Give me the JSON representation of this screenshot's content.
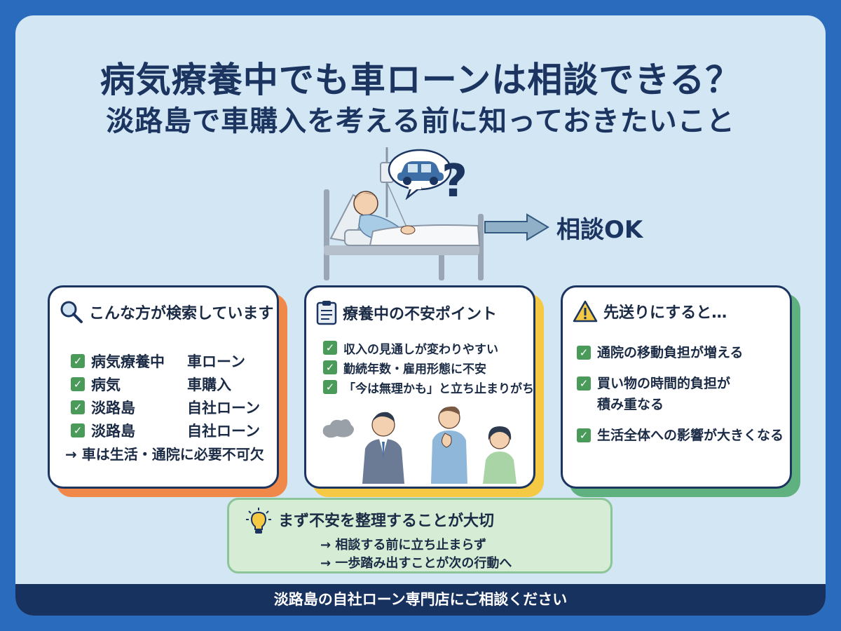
{
  "header": {
    "title_line1": "病気療養中でも車ローンは相談できる？",
    "title_line2": "淡路島で車購入を考える前に知っておきたいこと"
  },
  "hero": {
    "question_mark": "?",
    "result_label": "相談OK",
    "icons": [
      "hospital-bed-patient-illustration",
      "car-icon",
      "right-arrow-icon"
    ]
  },
  "cards": {
    "search": {
      "title": "こんな方が検索しています",
      "icon": "magnifier-icon",
      "rows": [
        {
          "keyword": "病気療養中",
          "pair": "車ローン"
        },
        {
          "keyword": "病気",
          "pair": "車購入"
        },
        {
          "keyword": "淡路島",
          "pair": "自社ローン"
        },
        {
          "keyword": "淡路島",
          "pair": "自社ローン"
        }
      ],
      "note": "→ 車は生活・通院に必要不可欠"
    },
    "worries": {
      "title": "療養中の不安ポイント",
      "icon": "clipboard-icon",
      "items": [
        "収入の見通しが変わりやすい",
        "勤続年数・雇用形態に不安",
        "「今は無理かも」と立ち止まりがち"
      ]
    },
    "delay": {
      "title": "先送りにすると…",
      "icon": "warning-icon",
      "items": [
        "通院の移動負担が増える",
        "買い物の時間的負担が",
        "積み重なる",
        "生活全体への影響が大きくなる"
      ]
    }
  },
  "tip": {
    "icon": "lightbulb-icon",
    "title": "まず不安を整理することが大切",
    "lines": [
      "→ 相談する前に立ち止まらず",
      "→ 一歩踏み出すことが次の行動へ"
    ]
  },
  "footer": {
    "text": "淡路島の自社ローン専門店にご相談ください"
  },
  "colors": {
    "frame": "#2a6bbd",
    "background": "#d3e6f4",
    "title": "#1b3560",
    "card_shadow_orange": "#f0884a",
    "card_shadow_yellow": "#f6c944",
    "card_shadow_green": "#5fb27f",
    "check": "#4a9a5a",
    "footer": "#17325e"
  }
}
